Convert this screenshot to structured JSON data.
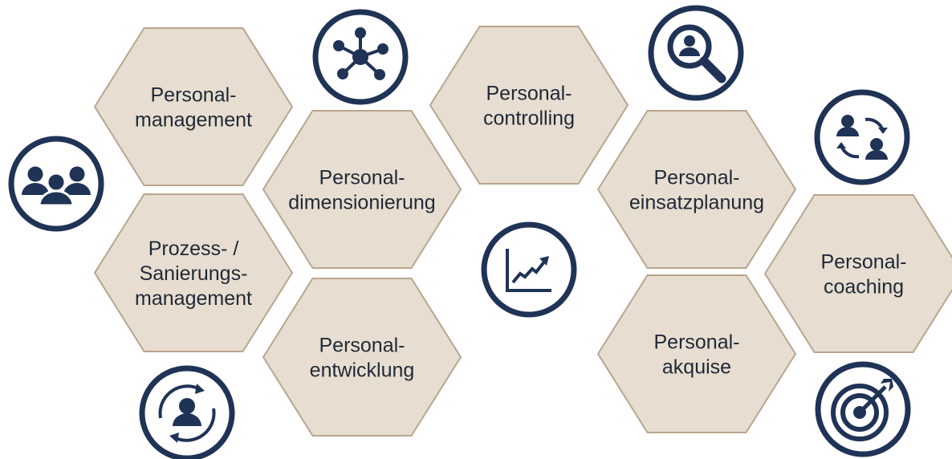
{
  "colors": {
    "hex_fill": "#e7ddd0",
    "hex_stroke": "#b9a58e",
    "icon_navy": "#1f3356",
    "text": "#1f2937"
  },
  "hexagons": [
    {
      "id": "personalmanagement",
      "lines": [
        "Personal-",
        "management"
      ]
    },
    {
      "id": "personaldimensionierung",
      "lines": [
        "Personal-",
        "dimensionierung"
      ]
    },
    {
      "id": "prozess-sanierungsmanagement",
      "lines": [
        "Prozess- /",
        "Sanierungs-",
        "management"
      ]
    },
    {
      "id": "personalentwicklung",
      "lines": [
        "Personal-",
        "entwicklung"
      ]
    },
    {
      "id": "personalcontrolling",
      "lines": [
        "Personal-",
        "controlling"
      ]
    },
    {
      "id": "personaleinsatzplanung",
      "lines": [
        "Personal-",
        "einsatzplanung"
      ]
    },
    {
      "id": "personalakquise",
      "lines": [
        "Personal-",
        "akquise"
      ]
    },
    {
      "id": "personalcoaching",
      "lines": [
        "Personal-",
        "coaching"
      ]
    }
  ],
  "icons": [
    {
      "id": "team-icon"
    },
    {
      "id": "network-icon"
    },
    {
      "id": "person-search-icon"
    },
    {
      "id": "people-exchange-icon"
    },
    {
      "id": "growth-chart-icon"
    },
    {
      "id": "person-cycle-icon"
    },
    {
      "id": "target-icon"
    }
  ]
}
